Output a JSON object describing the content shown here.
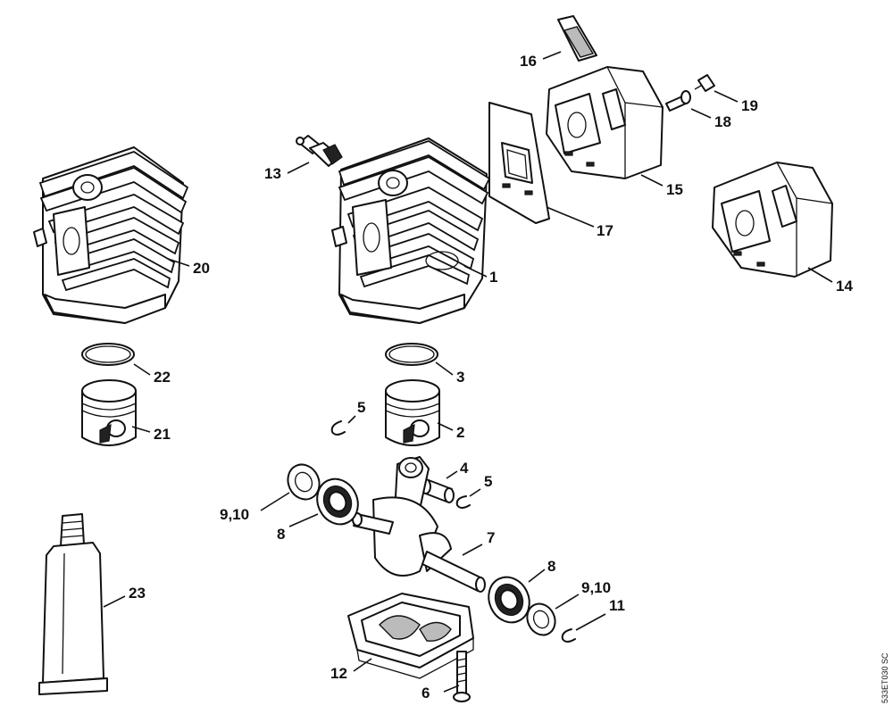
{
  "diagram": {
    "drawing_code": "533ET030 SC",
    "callouts": {
      "c1": "1",
      "c2": "2",
      "c3": "3",
      "c4": "4",
      "c5a": "5",
      "c5b": "5",
      "c6": "6",
      "c7": "7",
      "c8a": "8",
      "c8b": "8",
      "c910a": "9,10",
      "c910b": "9,10",
      "c11": "11",
      "c12": "12",
      "c13": "13",
      "c14": "14",
      "c15": "15",
      "c16": "16",
      "c17": "17",
      "c18": "18",
      "c19": "19",
      "c20": "20",
      "c21": "21",
      "c22": "22",
      "c23": "23"
    }
  }
}
